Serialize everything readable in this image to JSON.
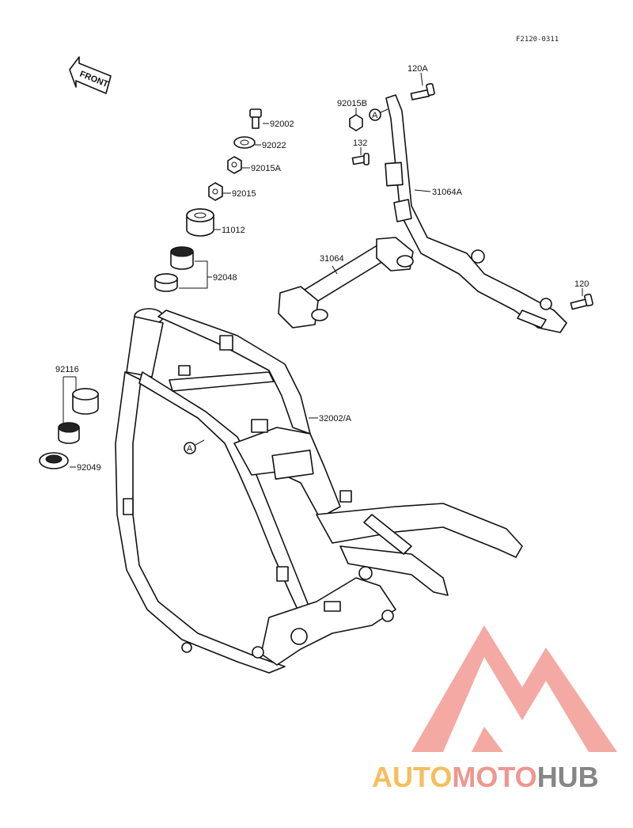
{
  "diagram_code": "F2120-0311",
  "front_arrow_label": "FRONT",
  "ref_marker": "A",
  "part_labels": {
    "p92002": "92002",
    "p92022": "92022",
    "p92015A": "92015A",
    "p92015": "92015",
    "p11012": "11012",
    "p92048": "92048",
    "p92116": "92116",
    "p92049": "92049",
    "p32002A": "32002/A",
    "p31064": "31064",
    "p31064A": "31064A",
    "p120A": "120A",
    "p120": "120",
    "p92015B": "92015B",
    "p132": "132"
  },
  "watermark": {
    "auto": "AUTO",
    "moto": "MOTO",
    "hub": "HUB"
  }
}
